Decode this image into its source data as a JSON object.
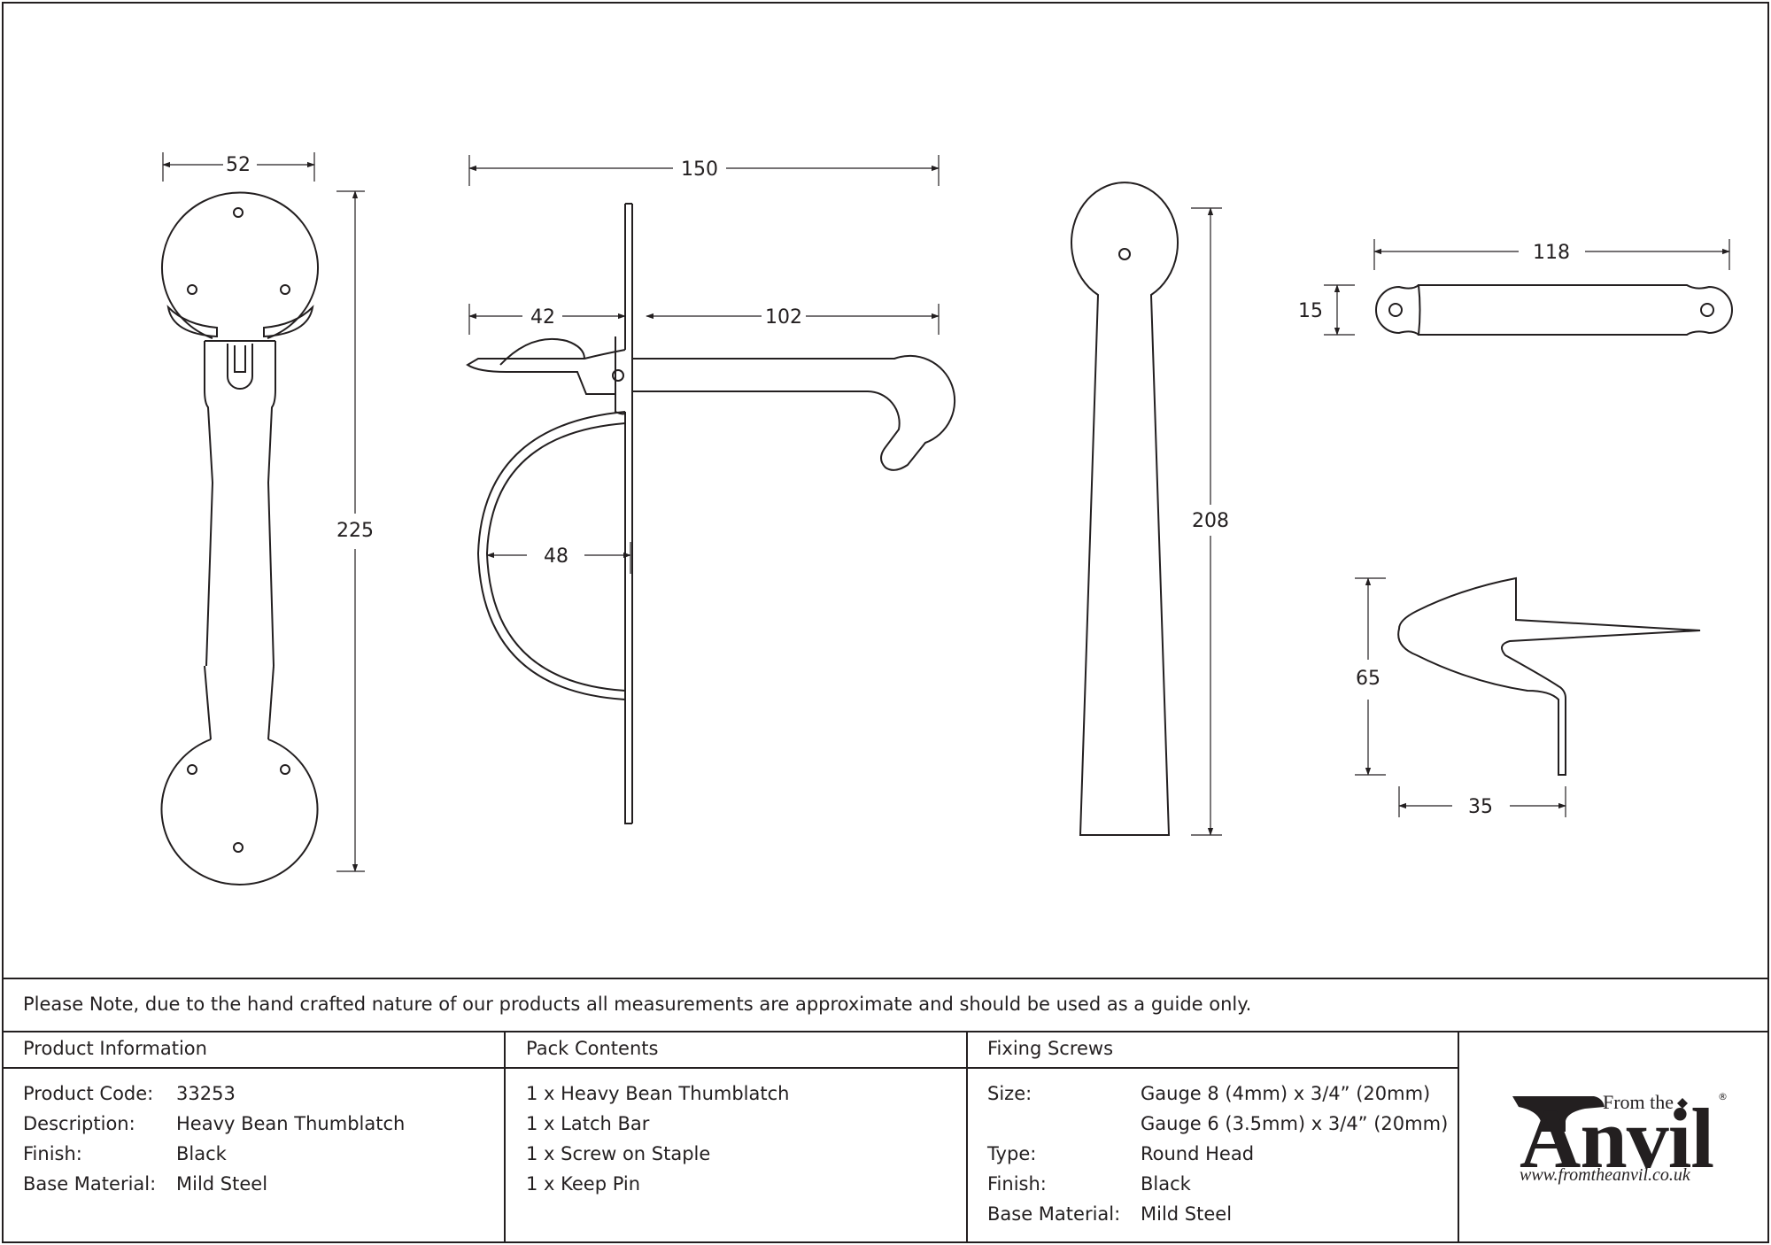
{
  "dimensions": {
    "handle_width": "52",
    "handle_height": "225",
    "latch_total": "150",
    "latch_left": "42",
    "latch_right": "102",
    "latch_inner": "48",
    "plate_height": "208",
    "bar_length": "118",
    "bar_height": "15",
    "staple_height": "65",
    "staple_depth": "35"
  },
  "note": "Please Note, due to the hand crafted nature of our products all measurements are approximate and should be used as a guide only.",
  "product_info": {
    "header": "Product Information",
    "rows": [
      {
        "label": "Product Code:",
        "value": "33253"
      },
      {
        "label": "Description:",
        "value": "Heavy Bean Thumblatch"
      },
      {
        "label": "Finish:",
        "value": "Black"
      },
      {
        "label": "Base Material:",
        "value": "Mild Steel"
      }
    ]
  },
  "pack_contents": {
    "header": "Pack Contents",
    "items": [
      "1 x Heavy Bean Thumblatch",
      "1 x Latch Bar",
      "1 x Screw on Staple",
      "1 x Keep Pin"
    ]
  },
  "fixing_screws": {
    "header": "Fixing Screws",
    "rows": [
      {
        "label": "Size:",
        "value": "Gauge 8 (4mm) x 3/4” (20mm)"
      },
      {
        "label": "",
        "value": "Gauge 6 (3.5mm) x 3/4” (20mm)"
      },
      {
        "label": "Type:",
        "value": "Round Head"
      },
      {
        "label": "Finish:",
        "value": "Black"
      },
      {
        "label": "Base Material:",
        "value": "Mild Steel"
      }
    ]
  },
  "logo": {
    "from_text": "From the",
    "brand": "Anvil",
    "url": "www.fromtheanvil.co.uk",
    "reg": "®"
  }
}
